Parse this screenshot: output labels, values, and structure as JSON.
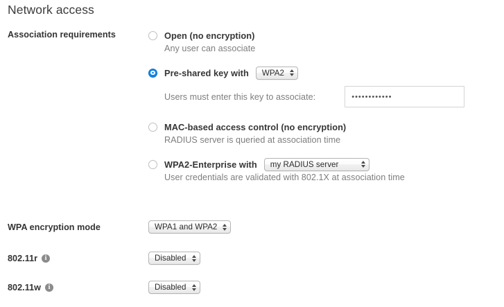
{
  "section": {
    "title": "Network access"
  },
  "association": {
    "label": "Association requirements",
    "options": [
      {
        "label": "Open (no encryption)",
        "sub": "Any user can associate",
        "selected": false
      },
      {
        "label": "Pre-shared key with",
        "dropdown": "WPA2",
        "selected": true
      },
      {
        "label": "MAC-based access control (no encryption)",
        "sub": "RADIUS server is queried at association time",
        "selected": false
      },
      {
        "label": "WPA2-Enterprise with",
        "dropdown": "my RADIUS server",
        "sub": "User credentials are validated with 802.1X at association time",
        "selected": false
      }
    ],
    "psk": {
      "label": "Users must enter this key to associate:",
      "value": "••••••••••••",
      "placeholder": ""
    }
  },
  "settings": [
    {
      "label": "WPA encryption mode",
      "info": false,
      "value": "WPA1 and WPA2"
    },
    {
      "label": "802.11r",
      "info": true,
      "value": "Disabled"
    },
    {
      "label": "802.11w",
      "info": true,
      "value": "Disabled"
    }
  ],
  "icons": {
    "info": "info-icon",
    "stepper": "stepper-updown-icon",
    "radio": "radio-button-icon"
  },
  "colors": {
    "accent": "#1184e8",
    "label": "#333333",
    "subtext": "#7d7d7d",
    "background": "#ffffff"
  }
}
